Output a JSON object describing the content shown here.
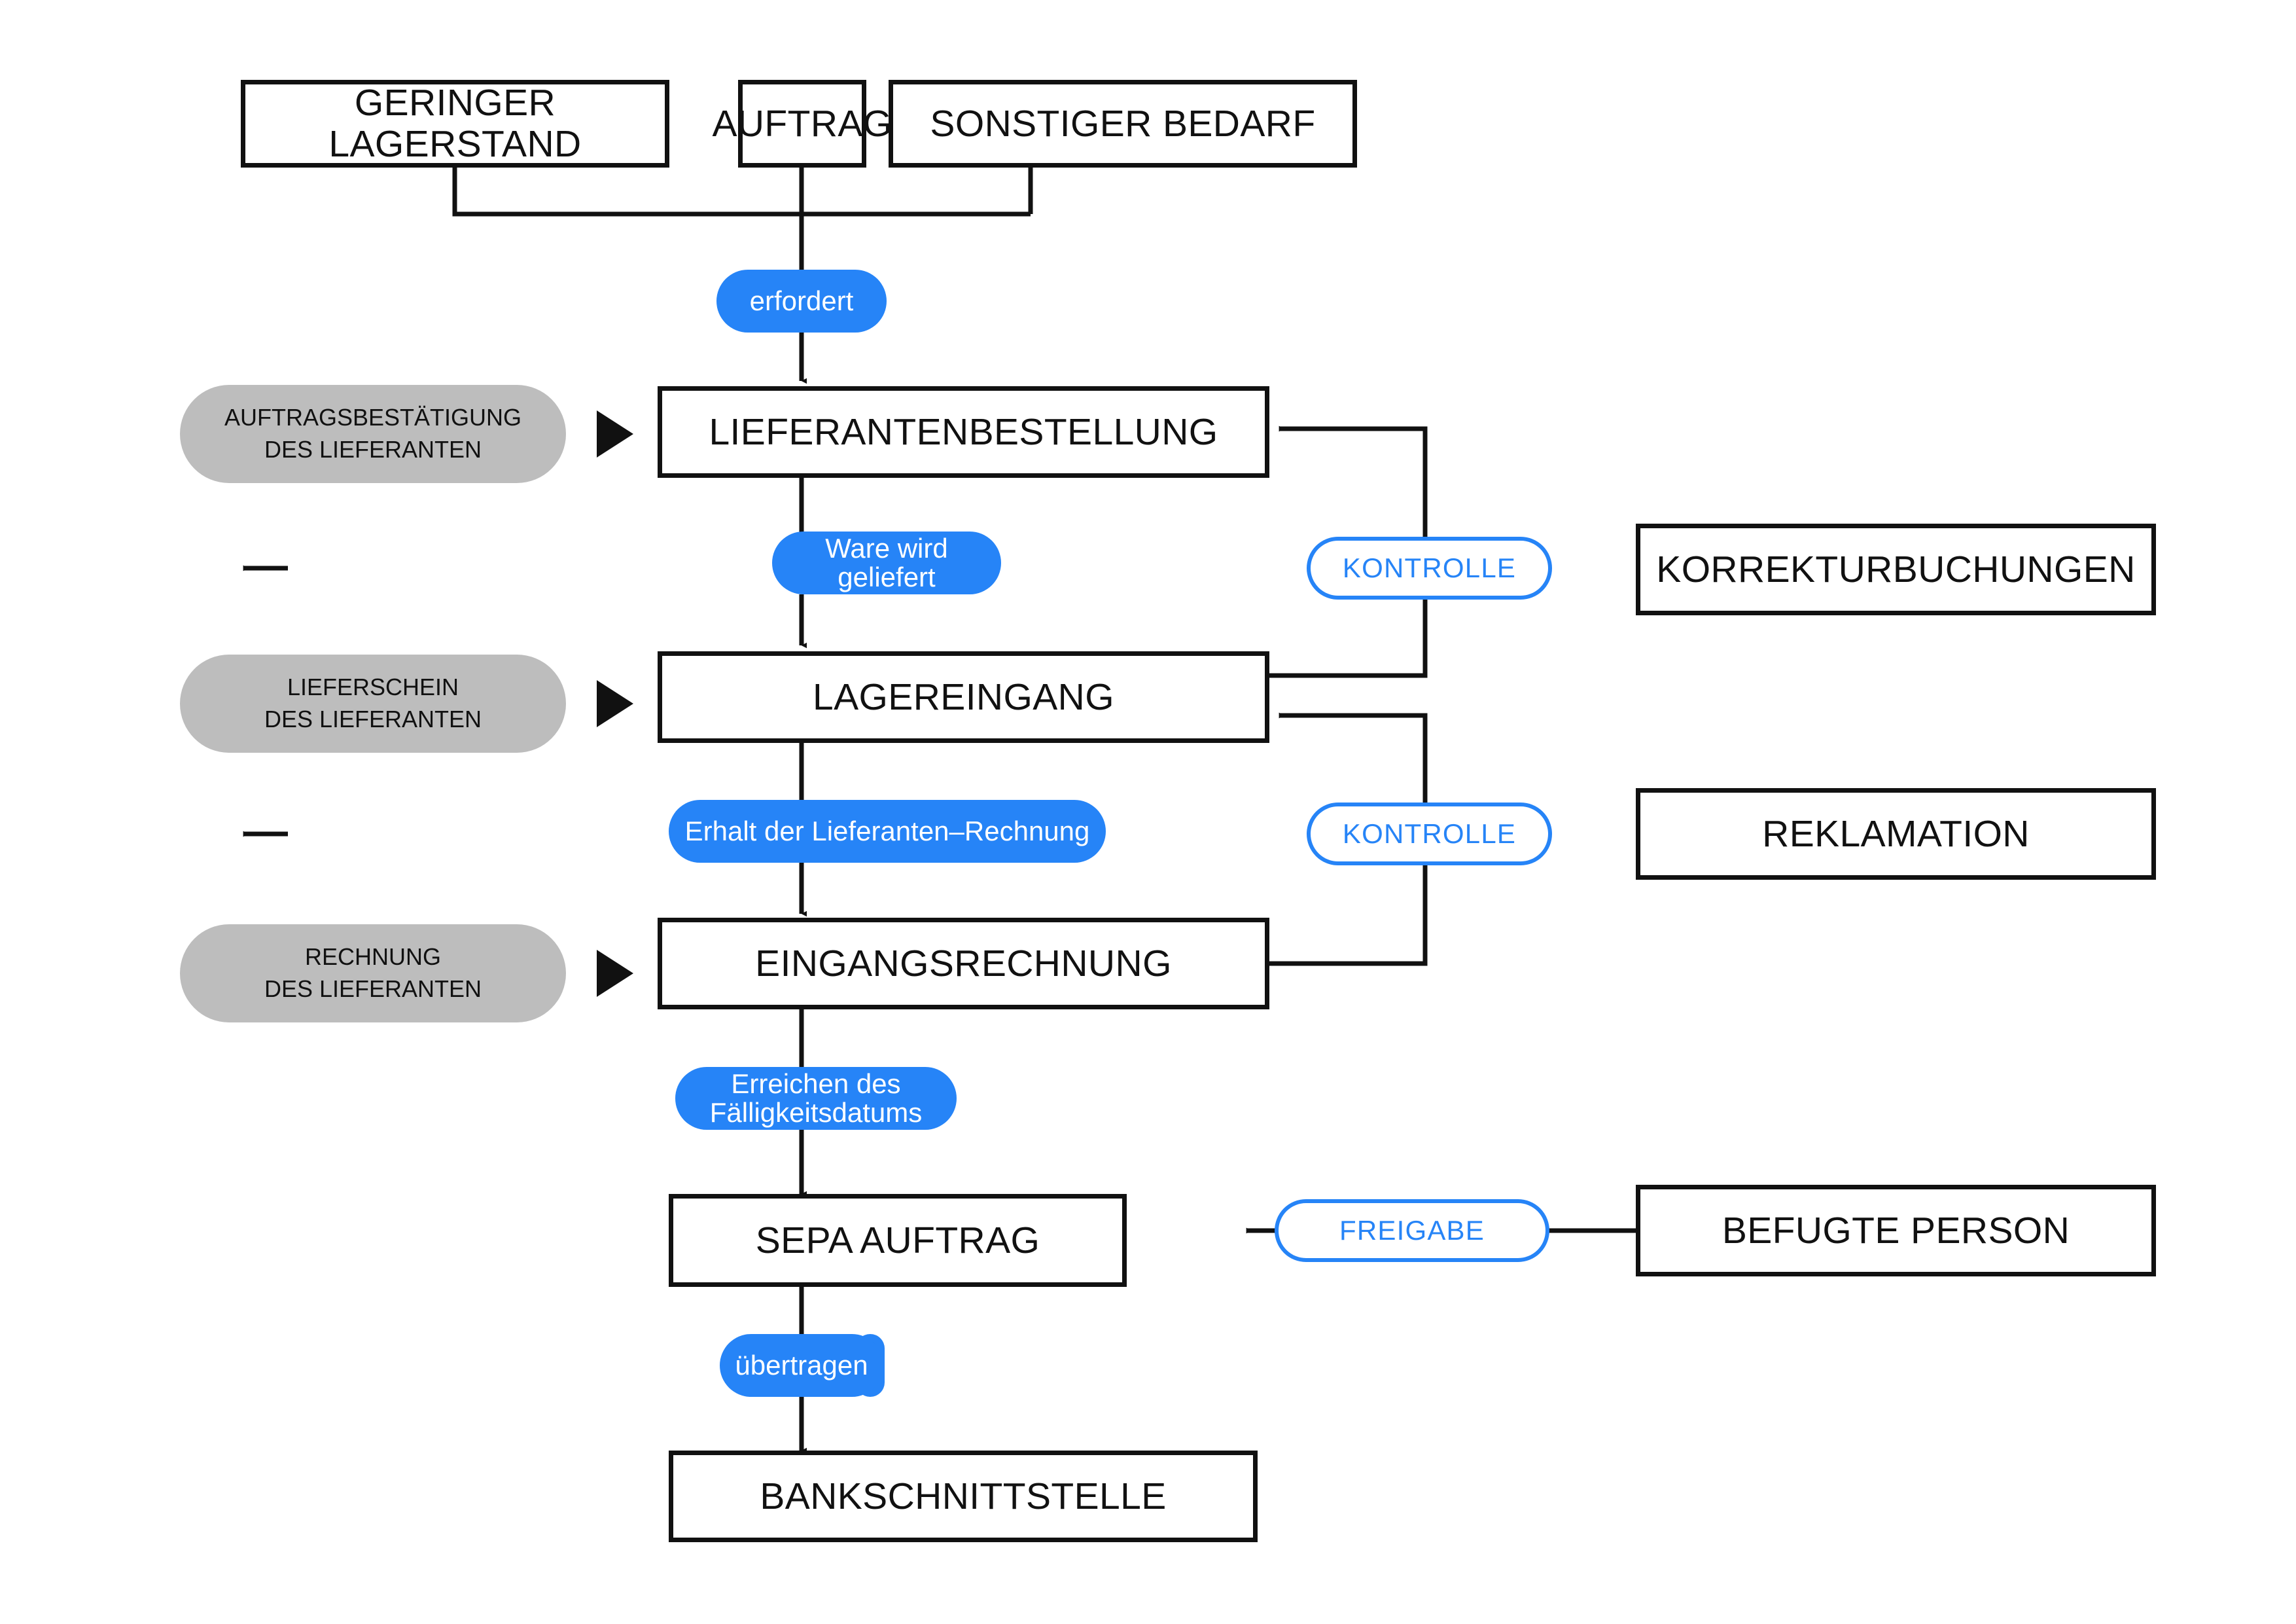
{
  "diagram": {
    "title": "Beschaffungsprozess Flussdiagramm",
    "colors": {
      "accent_blue": "#2684f7",
      "line_black": "#111111",
      "doc_grey": "#bdbdbd",
      "background": "#ffffff"
    },
    "trigger_boxes": [
      {
        "id": "geringer-lagerstand",
        "label": "GERINGER LAGERSTAND"
      },
      {
        "id": "auftrag",
        "label": "AUFTRAG"
      },
      {
        "id": "sonstiger-bedarf",
        "label": "SONSTIGER BEDARF"
      }
    ],
    "process_boxes": [
      {
        "id": "lieferantenbestellung",
        "label": "LIEFERANTENBESTELLUNG"
      },
      {
        "id": "lagereingang",
        "label": "LAGEREINGANG"
      },
      {
        "id": "eingangsrechnung",
        "label": "EINGANGSRECHNUNG"
      },
      {
        "id": "sepa-auftrag",
        "label": "SEPA AUFTRAG"
      },
      {
        "id": "bankschnittstelle",
        "label": "BANKSCHNITTSTELLE"
      }
    ],
    "side_boxes": [
      {
        "id": "korrekturbuchungen",
        "label": "KORREKTURBUCHUNGEN"
      },
      {
        "id": "reklamation",
        "label": "REKLAMATION"
      },
      {
        "id": "befugte-person",
        "label": "BEFUGTE PERSON"
      }
    ],
    "event_pills": [
      {
        "id": "erfordert",
        "label": "erfordert"
      },
      {
        "id": "ware-wird-geliefert",
        "label": "Ware wird geliefert"
      },
      {
        "id": "erhalt-der-lieferanten-rechnung",
        "label": "Erhalt der Lieferanten–Rechnung"
      },
      {
        "id": "erreichen-des-faelligkeitsdatums",
        "label": "Erreichen des Fälligkeitsdatums"
      },
      {
        "id": "uebertragen",
        "label": "übertragen"
      }
    ],
    "gate_pills": [
      {
        "id": "kontrolle-1",
        "label": "KONTROLLE"
      },
      {
        "id": "kontrolle-2",
        "label": "KONTROLLE"
      },
      {
        "id": "freigabe",
        "label": "FREIGABE"
      }
    ],
    "document_pills": [
      {
        "id": "auftragsbestaetigung",
        "line1": "AUFTRAGSBESTÄTIGUNG",
        "line2": "DES LIEFERANTEN"
      },
      {
        "id": "lieferschein",
        "line1": "LIEFERSCHEIN",
        "line2": "DES LIEFERANTEN"
      },
      {
        "id": "rechnung",
        "line1": "RECHNUNG",
        "line2": "DES LIEFERANTEN"
      }
    ]
  }
}
